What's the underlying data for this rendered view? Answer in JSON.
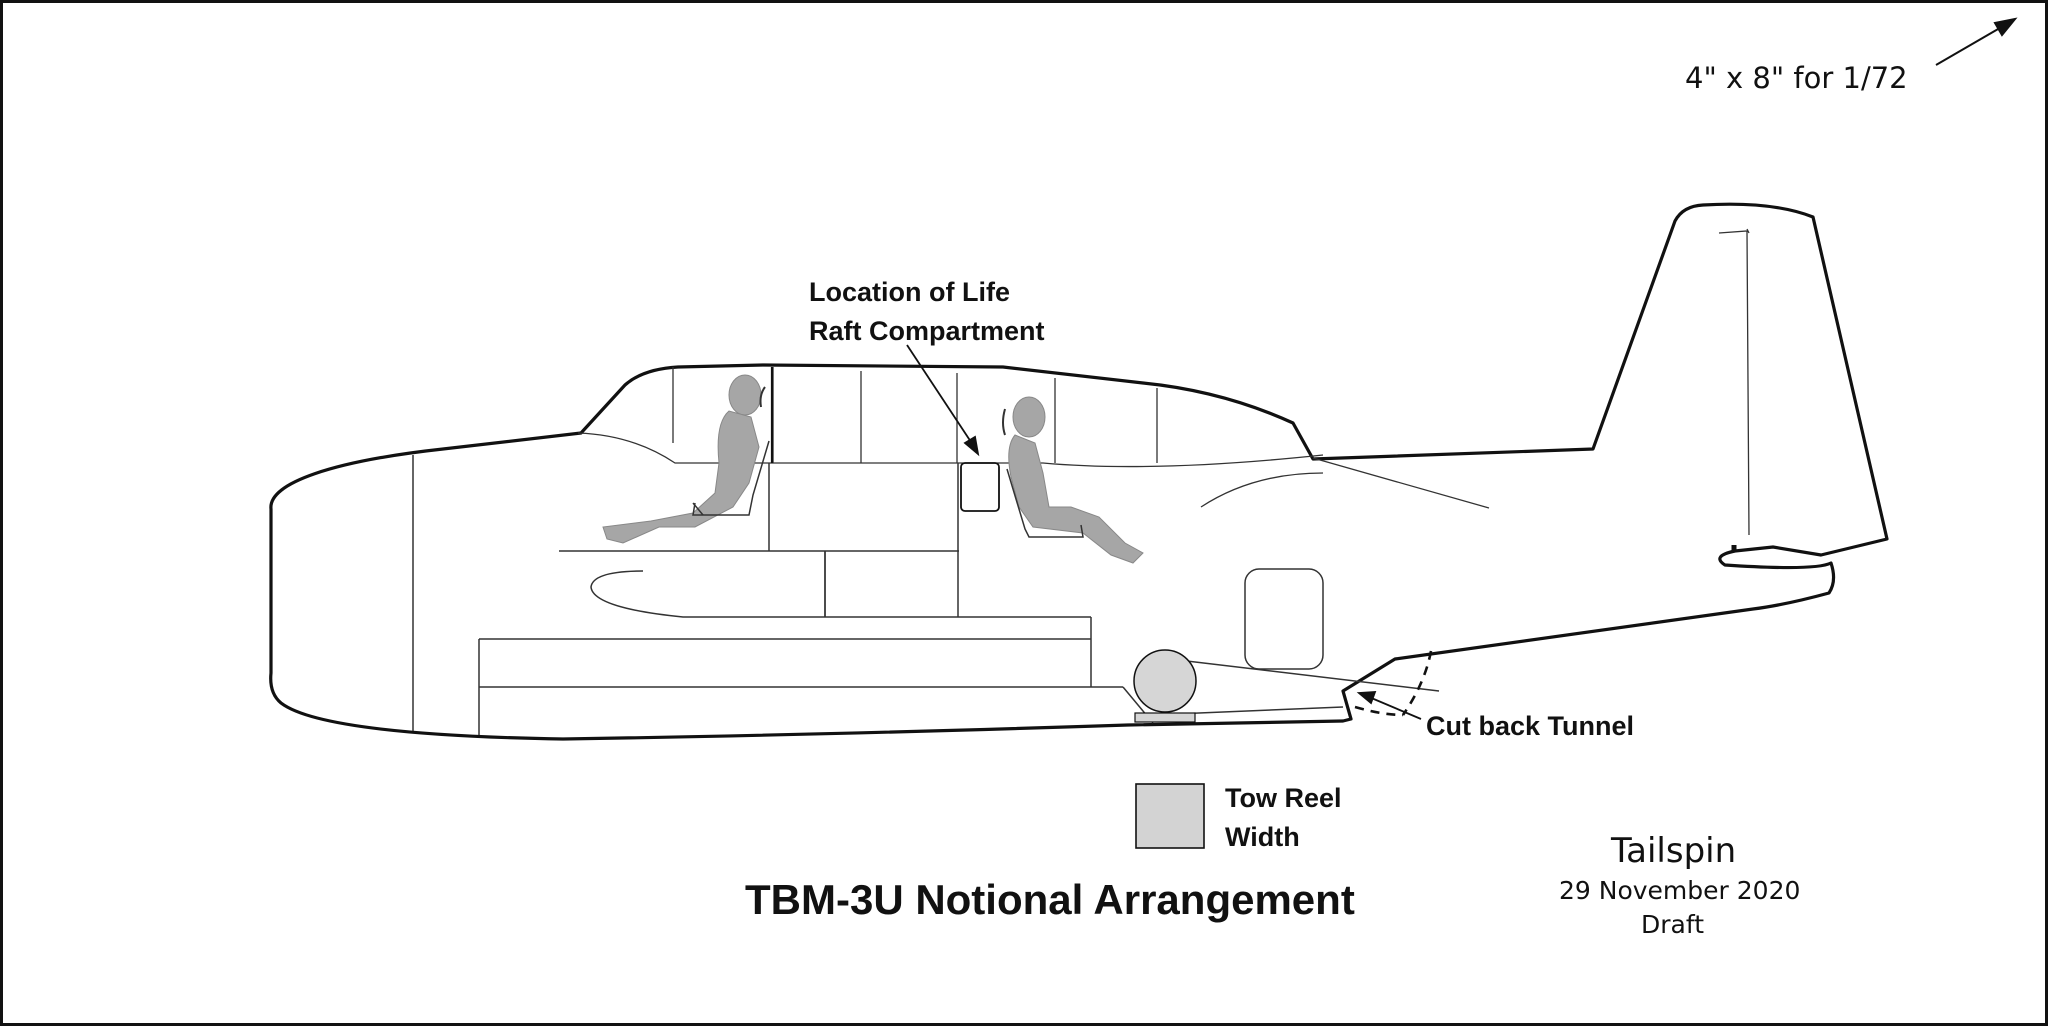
{
  "scale_note": "4\" x 8\" for 1/72",
  "callouts": {
    "raft_line1": "Location of Life",
    "raft_line2": "Raft Compartment",
    "tunnel": "Cut back Tunnel"
  },
  "legend": {
    "line1": "Tow Reel",
    "line2": "Width",
    "swatch_color": "#d3d3d3"
  },
  "title": "TBM-3U Notional Arrangement",
  "signature": {
    "author": "Tailspin",
    "date": "29 November 2020",
    "status": "Draft"
  },
  "colors": {
    "outline": "#111111",
    "figure": "#a6a6a6",
    "reel": "#d6d6d6"
  }
}
